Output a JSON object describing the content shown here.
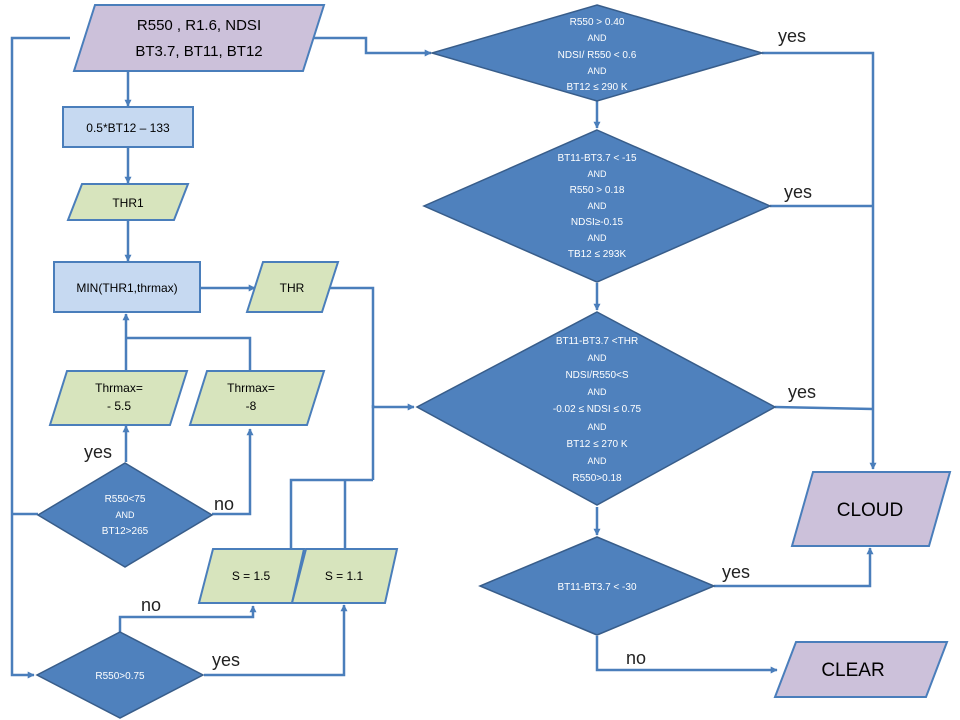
{
  "input": [
    "R550 , R1.6, NDSI",
    "BT3.7, BT11, BT12"
  ],
  "formula": "0.5*BT12 – 133",
  "thr1": "THR1",
  "min_box": "MIN(THR1,thrmax)",
  "thr": "THR",
  "thrmax_a": [
    "Thrmax=",
    "- 5.5"
  ],
  "thrmax_b": [
    "Thrmax=",
    "-8"
  ],
  "decision_thrmax": [
    "R550<75",
    "AND",
    "BT12>265"
  ],
  "s_a": "S = 1.5",
  "s_b": "S = 1.1",
  "decision_s": "R550>0.75",
  "d1": [
    "R550 > 0.40",
    "AND",
    "NDSI/ R550 < 0.6",
    "AND",
    "BT12 ≤ 290 K"
  ],
  "d2": [
    "BT11-BT3.7 < -15",
    "AND",
    "R550 > 0.18",
    "AND",
    "NDSI≥-0.15",
    "AND",
    "TB12 ≤ 293K"
  ],
  "d3": [
    "BT11-BT3.7  <THR",
    "AND",
    "NDSI/R550<S",
    "AND",
    "-0.02 ≤ NDSI  ≤ 0.75",
    "AND",
    "BT12 ≤ 270 K",
    "AND",
    "R550>0.18"
  ],
  "d4": "BT11-BT3.7 < -30",
  "cloud": "CLOUD",
  "clear": "CLEAR",
  "yes": "yes",
  "no": "no",
  "colors": {
    "arrow": "#4a7ebb",
    "diamond_fill": "#4f81bd",
    "diamond_stroke": "#385d8a",
    "purple": "#ccc1da",
    "light_blue": "#c6d9f1",
    "light_green": "#d7e4bd"
  }
}
